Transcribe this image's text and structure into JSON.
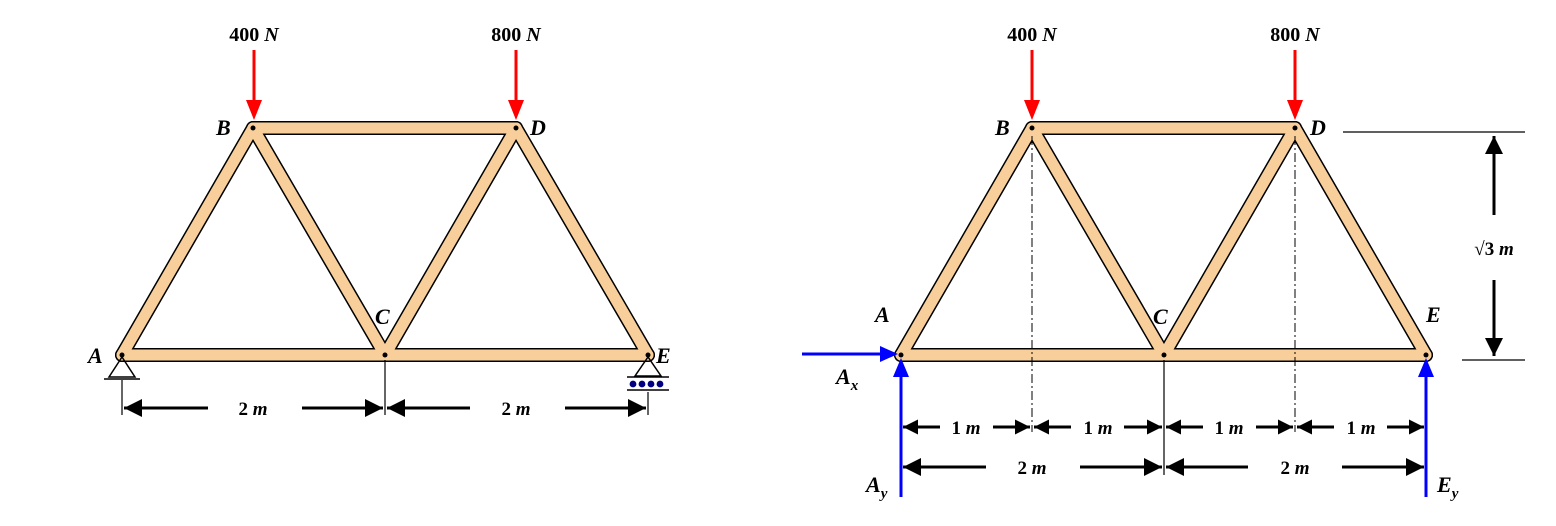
{
  "colors": {
    "member_fill": "#F8CF9A",
    "member_stroke": "#000000",
    "load_arrow": "#FF0000",
    "reaction_arrow": "#0000FF",
    "roller": "#000080",
    "ink": "#000000"
  },
  "joints": {
    "A": "A",
    "B": "B",
    "C": "C",
    "D": "D",
    "E": "E"
  },
  "loads": {
    "left": {
      "value": "400",
      "unit": "N"
    },
    "right": {
      "value": "800",
      "unit": "N"
    }
  },
  "dimensions": {
    "span": {
      "value": "2",
      "unit": "m"
    },
    "sub_span": {
      "value": "1",
      "unit": "m"
    },
    "height": {
      "value": "√3",
      "unit": "m"
    }
  },
  "reactions": {
    "ax": {
      "base": "A",
      "sub": "x"
    },
    "ay": {
      "base": "A",
      "sub": "y"
    },
    "ey": {
      "base": "E",
      "sub": "y"
    }
  },
  "icons": {
    "pin_support": "pin-support-icon",
    "roller_support": "roller-support-icon"
  }
}
